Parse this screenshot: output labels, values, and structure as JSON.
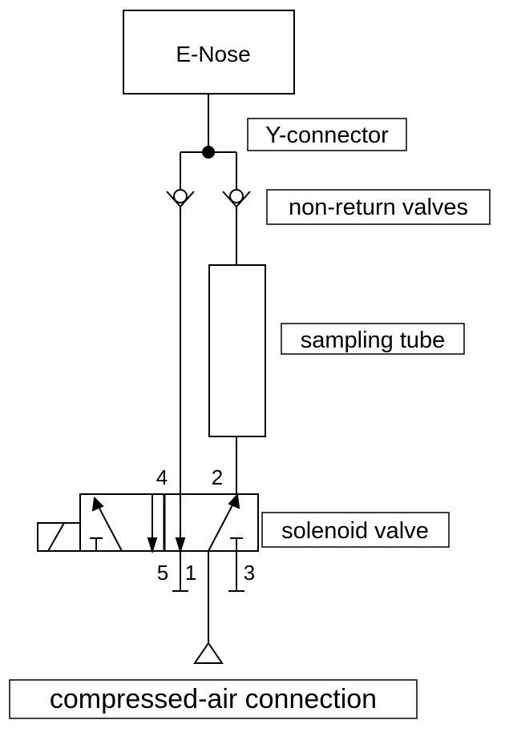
{
  "colors": {
    "stroke": "#000000",
    "background": "#ffffff"
  },
  "diagram": {
    "enose": {
      "label": "E-Nose"
    },
    "labels": {
      "y_connector": "Y-connector",
      "non_return_valves": "non-return valves",
      "sampling_tube": "sampling tube",
      "solenoid_valve": "solenoid valve",
      "compressed_air": "compressed-air connection"
    },
    "ports": {
      "p4": "4",
      "p2": "2",
      "p5": "5",
      "p1": "1",
      "p3": "3"
    }
  }
}
